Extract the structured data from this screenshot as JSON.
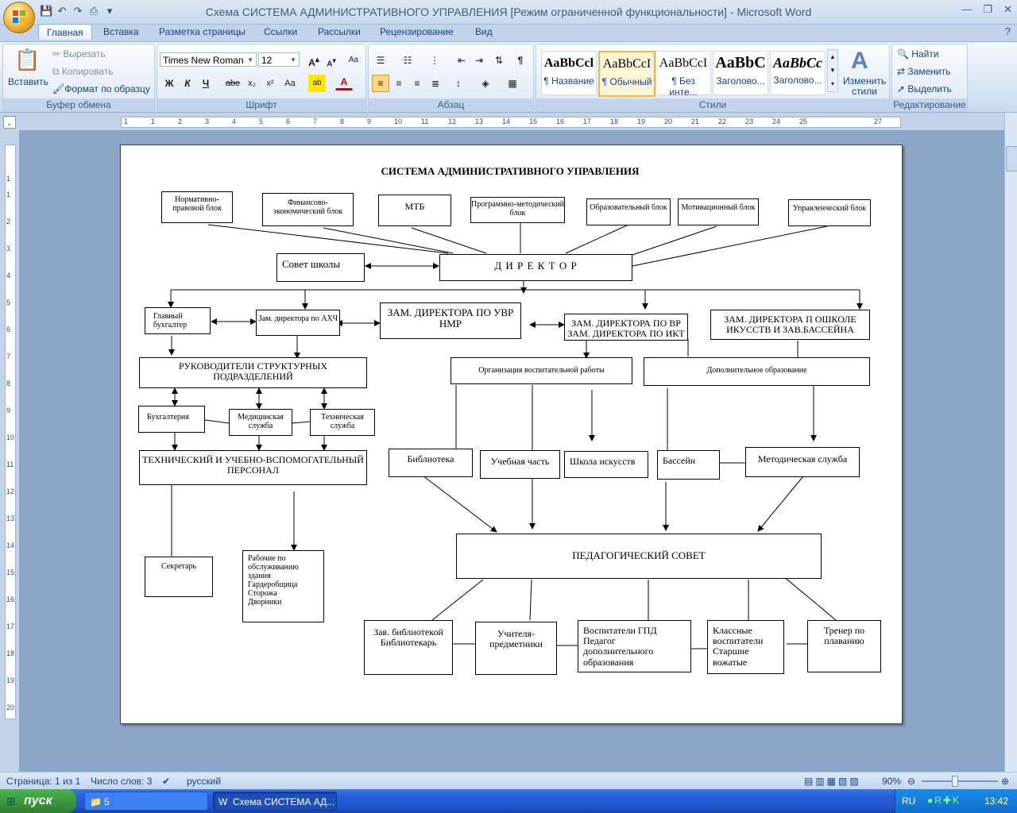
{
  "window": {
    "title": "Схема СИСТЕМА АДМИНИСТРАТИВНОГО УПРАВЛЕНИЯ [Режим ограниченной функциональности] - Microsoft Word"
  },
  "ribbon_tabs": [
    "Главная",
    "Вставка",
    "Разметка страницы",
    "Ссылки",
    "Рассылки",
    "Рецензирование",
    "Вид"
  ],
  "clipboard": {
    "paste": "Вставить",
    "cut": "Вырезать",
    "copy": "Копировать",
    "format_painter": "Формат по образцу",
    "group": "Буфер обмена"
  },
  "font": {
    "name": "Times New Roman",
    "size": "12",
    "group": "Шрифт",
    "bold": "Ж",
    "italic": "К",
    "underline": "Ч",
    "strike": "abe",
    "sub": "x₂",
    "sup": "x²",
    "case": "Aa"
  },
  "paragraph": {
    "group": "Абзац"
  },
  "styles": {
    "items": [
      {
        "sample": "AaBbCcl",
        "name": "¶ Название"
      },
      {
        "sample": "AaBbCcI",
        "name": "¶ Обычный"
      },
      {
        "sample": "AaBbCcI",
        "name": "¶ Без инте..."
      },
      {
        "sample": "AaBbC",
        "name": "Заголово..."
      },
      {
        "sample": "AaBbCc",
        "name": "Заголово..."
      }
    ],
    "change": "Изменить стили",
    "group": "Стили"
  },
  "editing": {
    "find": "Найти",
    "replace": "Заменить",
    "select": "Выделить",
    "group": "Редактирование"
  },
  "ruler": {
    "h_numbers": [
      "1",
      "1",
      "2",
      "3",
      "4",
      "5",
      "6",
      "7",
      "8",
      "9",
      "10",
      "11",
      "12",
      "13",
      "14",
      "15",
      "16",
      "17",
      "18",
      "19",
      "20",
      "21",
      "22",
      "23",
      "24",
      "25",
      "27"
    ],
    "v_numbers": [
      "1",
      "1",
      "2",
      "3",
      "4",
      "5",
      "6",
      "7",
      "8",
      "9",
      "10",
      "11",
      "12",
      "13",
      "14",
      "15",
      "16",
      "17",
      "18",
      "19",
      "20"
    ]
  },
  "diagram": {
    "title": "СИСТЕМА АДМИНИСТРАТИВНОГО  УПРАВЛЕНИЯ",
    "top_blocks": {
      "normative": "Нормативно-правовой блок",
      "finance": "Финансово-экономический блок",
      "mtb": "МТБ",
      "program": "Программно-методический блок",
      "education": "Образовательный блок",
      "motivation": "Мотивационный блок",
      "management": "Управленческий блок"
    },
    "council": "Совет школы",
    "director": "Д И Р Е К Т О Р",
    "chief_accountant": "Главный бухгалтер",
    "deputy_ahch": "Зам. директора по АХЧ",
    "deputy_uvr": "ЗАМ. ДИРЕКТОРА ПО УВР НМР",
    "deputy_vr": "ЗАМ. ДИРЕКТОРА ПО ВР ЗАМ. ДИРЕКТОРА ПО ИКТ",
    "deputy_art": "ЗАМ. ДИРЕКТОРА П ОШКОЛЕ ИКУССТВ И ЗАВ.БАССЕЙНА",
    "heads": "РУКОВОДИТЕЛИ СТРУКТУРНЫХ ПОДРАЗДЕЛЕНИЙ",
    "edu_work": "Организация воспитательной  работы",
    "additional": "Дополнительное образование",
    "accounting": "Бухгалтерия",
    "medical": "Медицинская служба",
    "technical": "Техническая служба",
    "tech_staff": "ТЕХНИЧЕСКИЙ И УЧЕБНО-ВСПОМОГАТЕЛЬНЫЙ ПЕРСОНАЛ",
    "library": "Библиотека",
    "study": "Учебная часть",
    "art_school": "Школа искусств",
    "pool": "Бассейн",
    "method": "Методическая служба",
    "secretary": "Секретарь",
    "workers": "Рабочие по обслуживанию здания Гардеробщица Сторожа Дворники",
    "ped_council": "ПЕДАГОГИЧЕСКИЙ  СОВЕТ",
    "librarian": "Зав. библиотекой  Библиотекарь",
    "teachers": "Учителя-предметники",
    "gpd": "Воспитатели ГПД Педагог дополнительного образования",
    "class_teachers": "Классные воспитатели Старшие вожатые",
    "coach": "Тренер по плаванию"
  },
  "status": {
    "page": "Страница: 1 из 1",
    "words": "Число слов: 3",
    "lang": "русский",
    "zoom": "90%"
  },
  "taskbar": {
    "start": "пуск",
    "folder": "5",
    "word": "Схема СИСТЕМА АД...",
    "lang": "RU",
    "time": "13:42"
  }
}
